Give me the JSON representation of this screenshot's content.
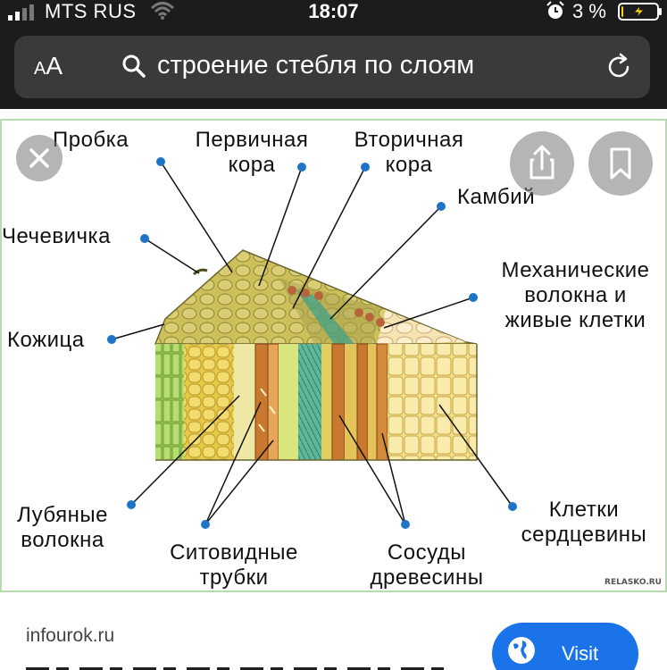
{
  "status_bar": {
    "carrier": "MTS RUS",
    "time": "18:07",
    "battery_percent": "3 %",
    "battery_level": 0.03
  },
  "browser": {
    "text_size_label": "AA",
    "url_text": "строение стебля по слоям"
  },
  "image": {
    "labels": {
      "cork": "Пробка",
      "primary_cortex_1": "Первичная",
      "primary_cortex_2": "кора",
      "secondary_cortex_1": "Вторичная",
      "secondary_cortex_2": "кора",
      "cambium": "Камбий",
      "lenticel": "Чечевичка",
      "mechanical_1": "Механические",
      "mechanical_2": "волокна и",
      "mechanical_3": "живые клетки",
      "skin": "Кожица",
      "bast_1": "Лубяные",
      "bast_2": "волокна",
      "sieve_1": "Ситовидные",
      "sieve_2": "трубки",
      "vessels_1": "Сосуды",
      "vessels_2": "древесины",
      "pith_1": "Клетки",
      "pith_2": "сердцевины"
    },
    "watermark": "RELASKO.RU"
  },
  "result": {
    "source": "infourok.ru",
    "visit_label": "Visit"
  }
}
